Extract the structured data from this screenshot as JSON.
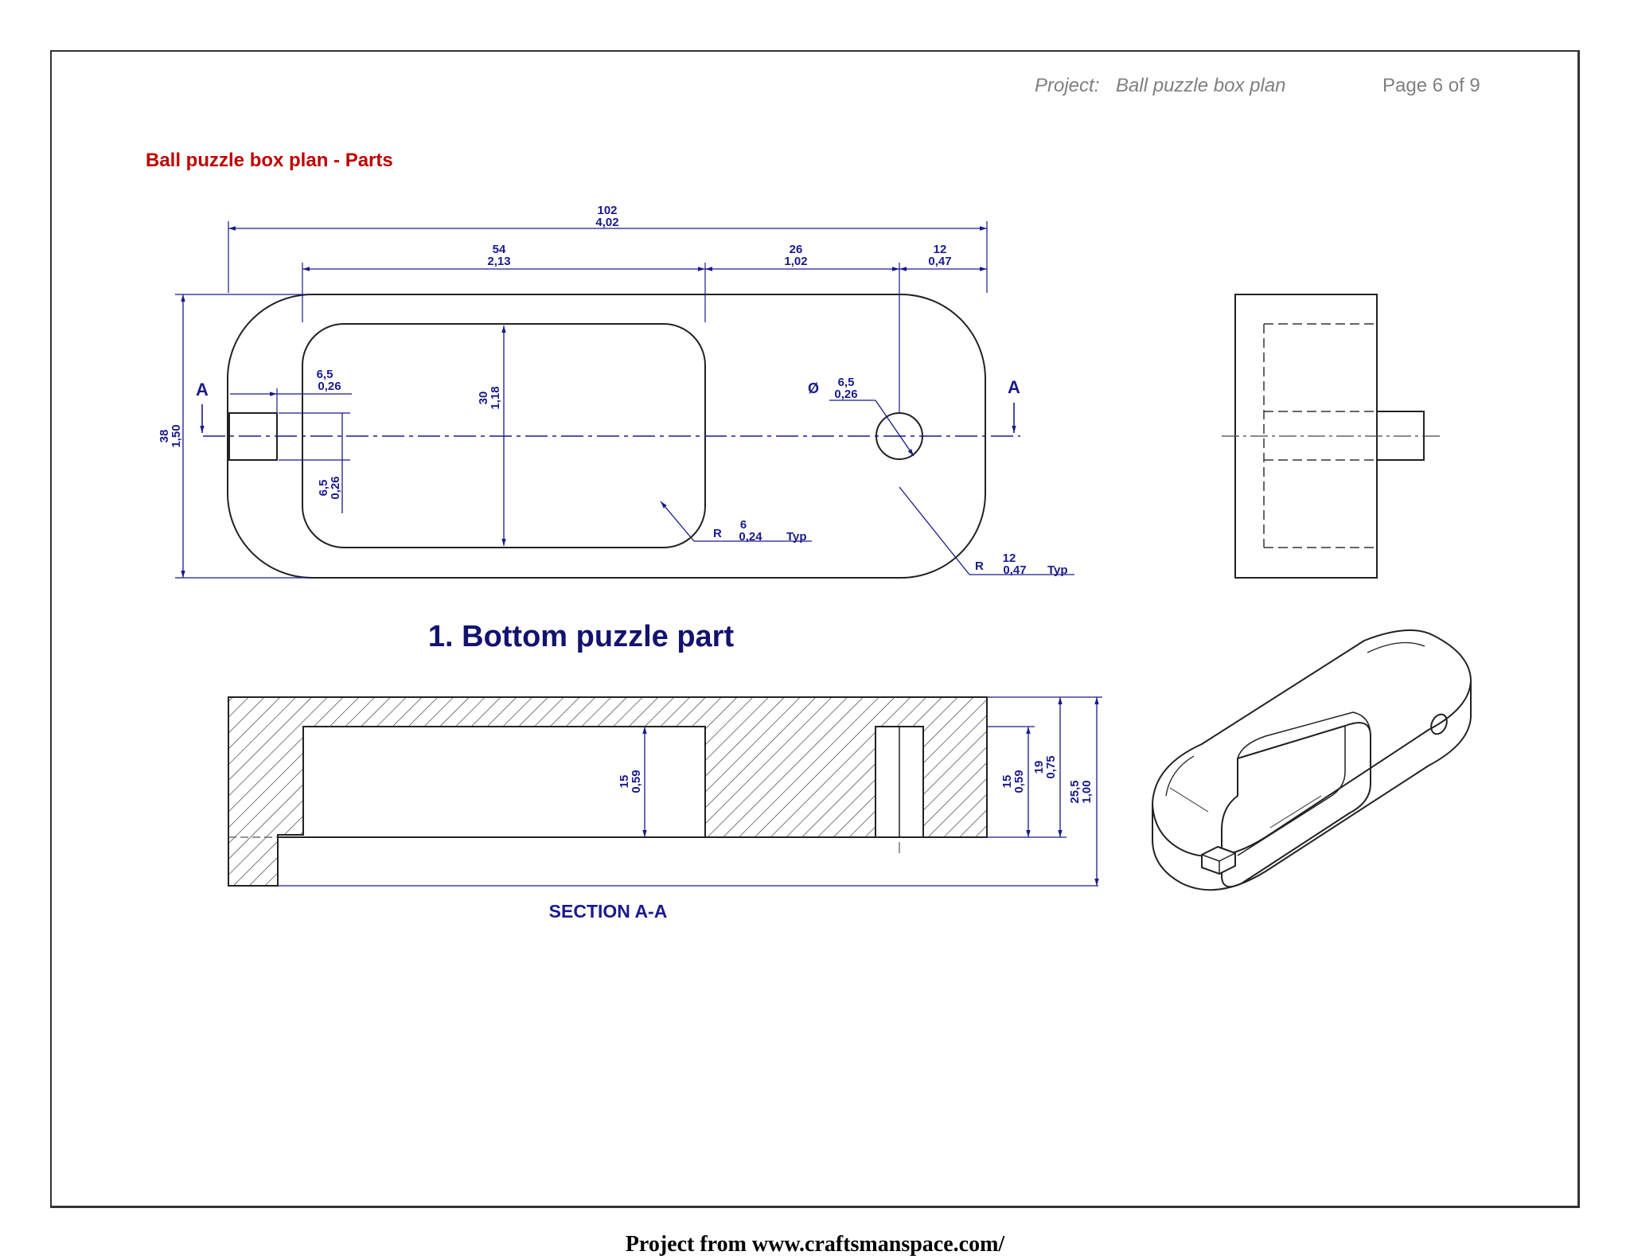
{
  "header": {
    "project_label": "Project:",
    "project_name": "Ball puzzle box plan",
    "page": "Page 6 of 9"
  },
  "section_title": "Ball puzzle box plan - Parts",
  "drawing": {
    "part_title": "1. Bottom puzzle part",
    "section_label": "SECTION A-A",
    "section_marker": "A",
    "dimensions": {
      "overall_length": {
        "mm": "102",
        "in": "4,02"
      },
      "cavity_length": {
        "mm": "54",
        "in": "2,13"
      },
      "hole_offset": {
        "mm": "26",
        "in": "1,02"
      },
      "hole_edge": {
        "mm": "12",
        "in": "0,47"
      },
      "overall_width": {
        "mm": "38",
        "in": "1,50"
      },
      "cavity_width": {
        "mm": "30",
        "in": "1,18"
      },
      "tab_length": {
        "mm": "6,5",
        "in": "0,26"
      },
      "tab_width": {
        "mm": "6,5",
        "in": "0,26"
      },
      "hole_diameter": {
        "symbol": "Ø",
        "mm": "6,5",
        "in": "0,26"
      },
      "inner_radius": {
        "prefix": "R",
        "mm": "6",
        "in": "0,24",
        "suffix": "Typ"
      },
      "outer_radius": {
        "prefix": "R",
        "mm": "12",
        "in": "0,47",
        "suffix": "Typ"
      },
      "cavity_depth": {
        "mm": "15",
        "in": "0,59"
      },
      "hole_depth": {
        "mm": "15",
        "in": "0,59"
      },
      "wall_height": {
        "mm": "19",
        "in": "0,75"
      },
      "total_height": {
        "mm": "25,5",
        "in": "1,00"
      }
    }
  },
  "footer": "Project from www.craftsmanspace.com/"
}
